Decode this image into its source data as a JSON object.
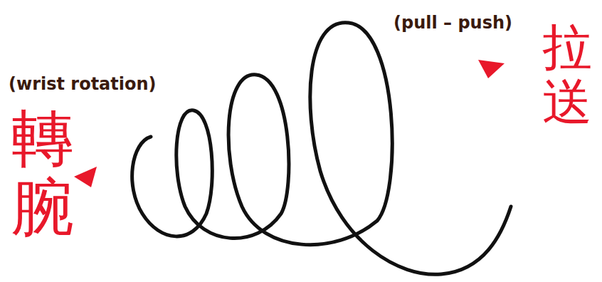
{
  "diagram": {
    "labels": [
      "(wrist rotation)",
      "轉腕",
      "(pull – push)",
      "拉送"
    ]
  }
}
